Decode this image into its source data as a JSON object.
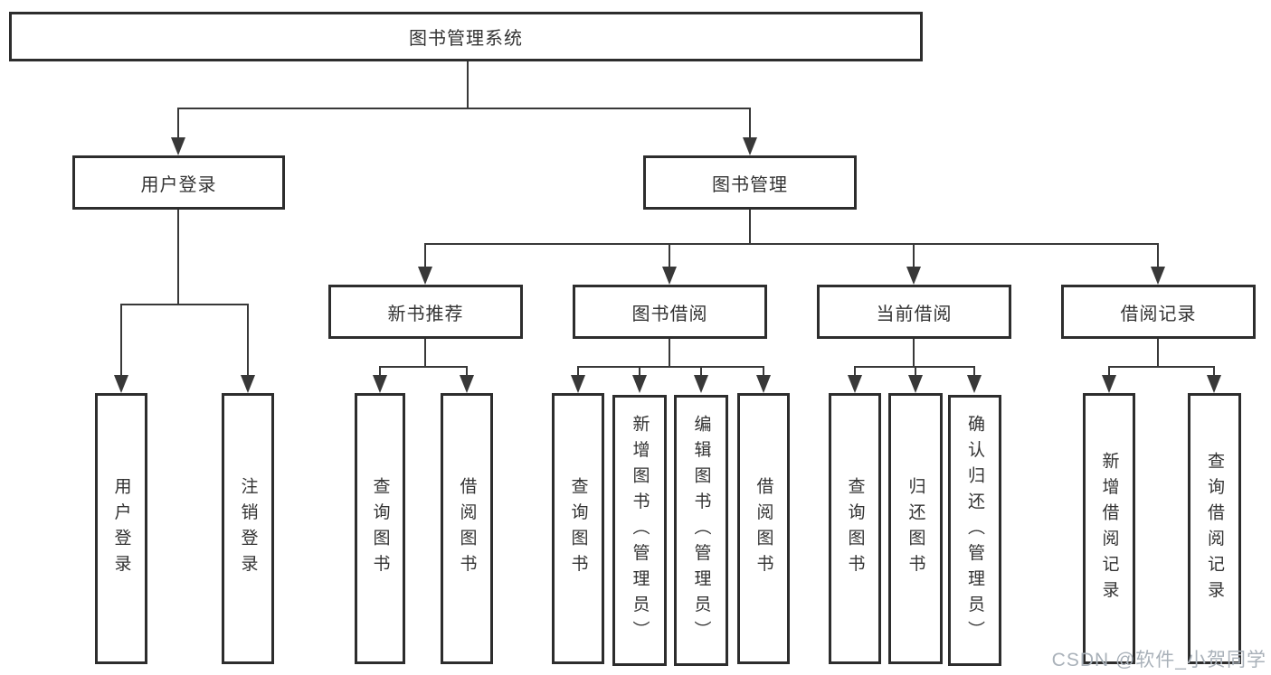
{
  "diagram": {
    "title": "图书管理系统",
    "level2": {
      "user_login": "用户登录",
      "book_mgmt": "图书管理"
    },
    "level3": {
      "new_book": "新书推荐",
      "book_borrow": "图书借阅",
      "current_borrow": "当前借阅",
      "borrow_record": "借阅记录"
    },
    "leaves": {
      "user_login": [
        "用户登录",
        "注销登录"
      ],
      "new_book": [
        "查询图书",
        "借阅图书"
      ],
      "book_borrow": [
        "查询图书",
        "新增图书（管理员）",
        "编辑图书（管理员）",
        "借阅图书"
      ],
      "current_borrow": [
        "查询图书",
        "归还图书",
        "确认归还（管理员）"
      ],
      "borrow_record": [
        "新增借阅记录",
        "查询借阅记录"
      ]
    }
  },
  "watermark": "CSDN @软件_小贺同学",
  "colors": {
    "line": "#383838",
    "border": "#2d2d2d",
    "text": "#333333",
    "watermark": "#a9b1b9",
    "background": "#ffffff"
  }
}
